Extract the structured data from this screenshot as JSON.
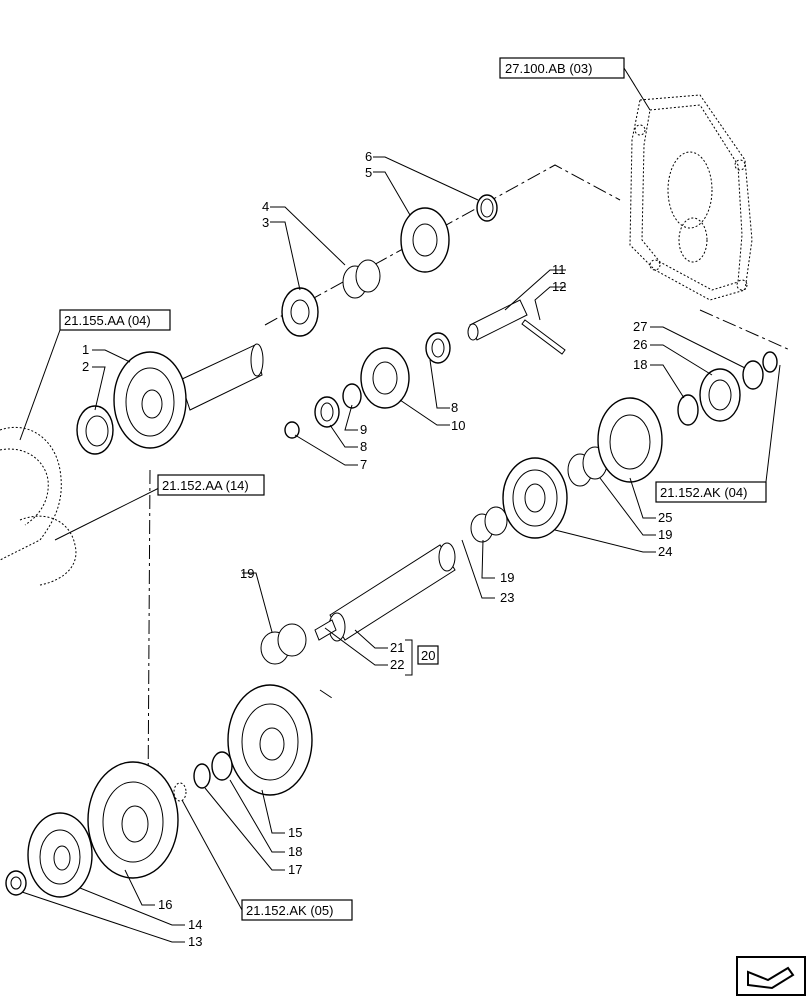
{
  "references": {
    "ref_top": "27.100.AB (03)",
    "ref_left_top": "21.155.AA (04)",
    "ref_left_mid": "21.152.AA (14)",
    "ref_right": "21.152.AK (04)",
    "ref_bottom": "21.152.AK (05)"
  },
  "group_label": "20",
  "callouts": [
    "1",
    "2",
    "3",
    "4",
    "5",
    "6",
    "7",
    "8",
    "9",
    "10",
    "11",
    "12",
    "13",
    "14",
    "15",
    "16",
    "17",
    "18",
    "19",
    "21",
    "22",
    "23",
    "24",
    "25",
    "26",
    "27"
  ],
  "labels": {
    "l1": "1",
    "l2": "2",
    "l3": "3",
    "l4": "4",
    "l5": "5",
    "l6": "6",
    "l7": "7",
    "l8a": "8",
    "l8b": "8",
    "l9": "9",
    "l10": "10",
    "l11": "11",
    "l12": "12",
    "l13": "13",
    "l14": "14",
    "l15": "15",
    "l16": "16",
    "l17": "17",
    "l18a": "18",
    "l18b": "18",
    "l19a": "19",
    "l19b": "19",
    "l19c": "19",
    "l21": "21",
    "l22": "22",
    "l23": "23",
    "l24": "24",
    "l25": "25",
    "l26": "26",
    "l27": "27"
  },
  "nav_icon": "page-navigation-arrow-icon"
}
